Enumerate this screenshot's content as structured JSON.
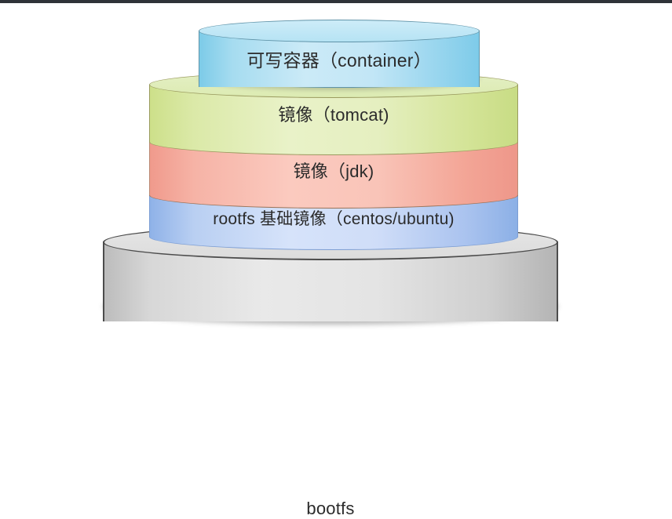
{
  "diagram": {
    "title": "Docker image layer stack",
    "background_color": "#ffffff",
    "top_rule_color": "#2f3338",
    "text_color": "#2b2b2b",
    "layers": [
      {
        "id": "container",
        "label": "可写容器（container）",
        "shape": "cylinder",
        "fill_color": "#b6e3f4",
        "stroke_color": "#5f93a8",
        "order": 1
      },
      {
        "id": "tomcat",
        "label": "镜像（tomcat)",
        "shape": "cylinder",
        "fill_color": "#dcebb2",
        "stroke_color": "#9a9a5f",
        "order": 2
      },
      {
        "id": "jdk",
        "label": "镜像（jdk)",
        "shape": "cylinder-segment",
        "fill_color": "#f9c4b8",
        "stroke_color": "#b98a74",
        "order": 3
      },
      {
        "id": "rootfs",
        "label": "rootfs 基础镜像（centos/ubuntu)",
        "shape": "cylinder-segment",
        "fill_color": "#cfddf8",
        "stroke_color": "#7d9ed4",
        "order": 4
      },
      {
        "id": "bootfs",
        "label": "bootfs",
        "shape": "cylinder",
        "fill_color": "#dcdcdc",
        "stroke_color": "#4c4c4c",
        "order": 5
      }
    ]
  }
}
